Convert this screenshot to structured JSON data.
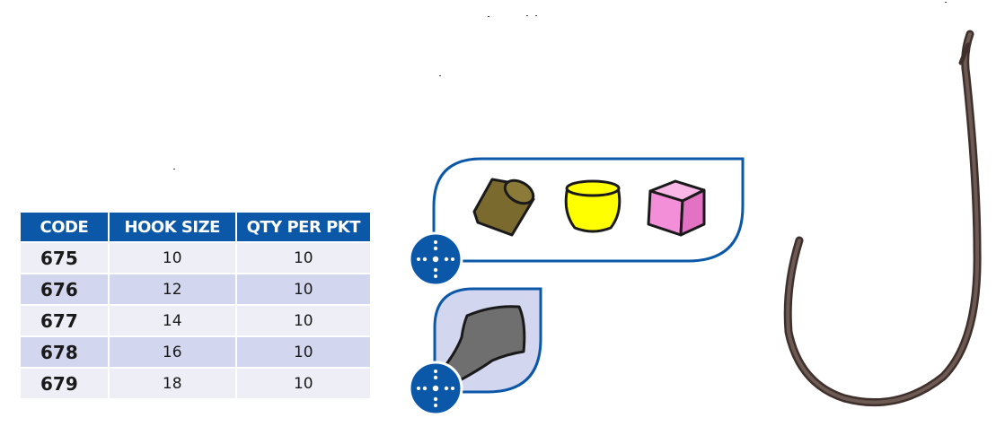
{
  "table": {
    "headers": [
      "CODE",
      "HOOK SIZE",
      "QTY PER PKT"
    ],
    "rows": [
      {
        "code": "675",
        "hook_size": "10",
        "qty": "10"
      },
      {
        "code": "676",
        "hook_size": "12",
        "qty": "10"
      },
      {
        "code": "677",
        "hook_size": "14",
        "qty": "10"
      },
      {
        "code": "678",
        "hook_size": "16",
        "qty": "10"
      },
      {
        "code": "679",
        "hook_size": "18",
        "qty": "10"
      }
    ]
  },
  "icons": {
    "bait_options": [
      "pellet-icon",
      "barrel-pop-up-icon",
      "cube-bait-icon"
    ],
    "rig_marker": "crosshair-badge-icon",
    "rig_attachment": "rubber-sleeve-icon",
    "product": "barbless-hook-icon"
  },
  "colors": {
    "header_blue": "#0b58a8",
    "row_light": "#eeeef7",
    "row_dark": "#d3d6ef",
    "pellet_brown": "#7a6a2e",
    "pop_up_yellow": "#ffff00",
    "cube_pink": "#f38fd8",
    "hook_bronze": "#5a4a44"
  }
}
